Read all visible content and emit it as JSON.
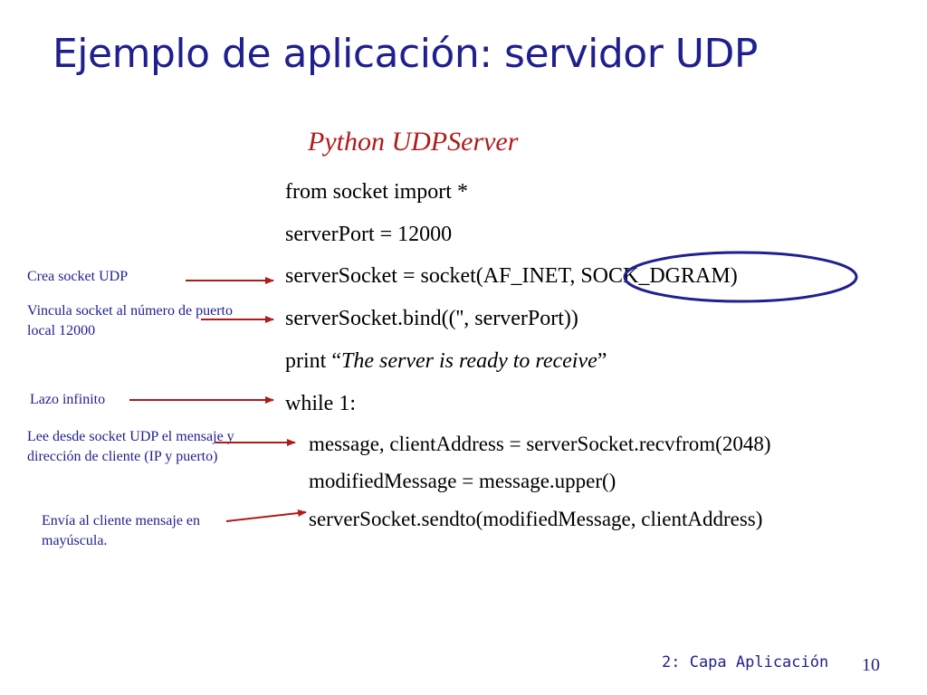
{
  "slide": {
    "title": "Ejemplo de aplicación: servidor UDP",
    "subtitle": "Python UDPServer",
    "code_lines": [
      "from socket import *",
      "serverPort = 12000",
      "serverSocket = socket(AF_INET, SOCK_DGRAM)",
      "serverSocket.bind(('', serverPort))",
      "print “",
      "The server is ready to receive",
      "”",
      "while 1:",
      "message, clientAddress = serverSocket.recvfrom(2048)",
      "modifiedMessage = message.upper()",
      "serverSocket.sendto(modifiedMessage, clientAddress)"
    ],
    "annotations": [
      "Crea socket UDP",
      "Vincula socket al número de puerto local 12000",
      "Lazo infinito",
      "Lee desde socket UDP el mensaje y dirección de cliente (IP y puerto)",
      "Envía al cliente mensaje en mayúscula."
    ],
    "footer": "2: Capa Aplicación",
    "page_number": "10",
    "colors": {
      "title": "#1f1f8f",
      "subtitle": "#b01a1a",
      "arrow": "#b01a1a",
      "annotation": "#1f1f8f",
      "highlight_ellipse": "#1f1f8f"
    }
  }
}
